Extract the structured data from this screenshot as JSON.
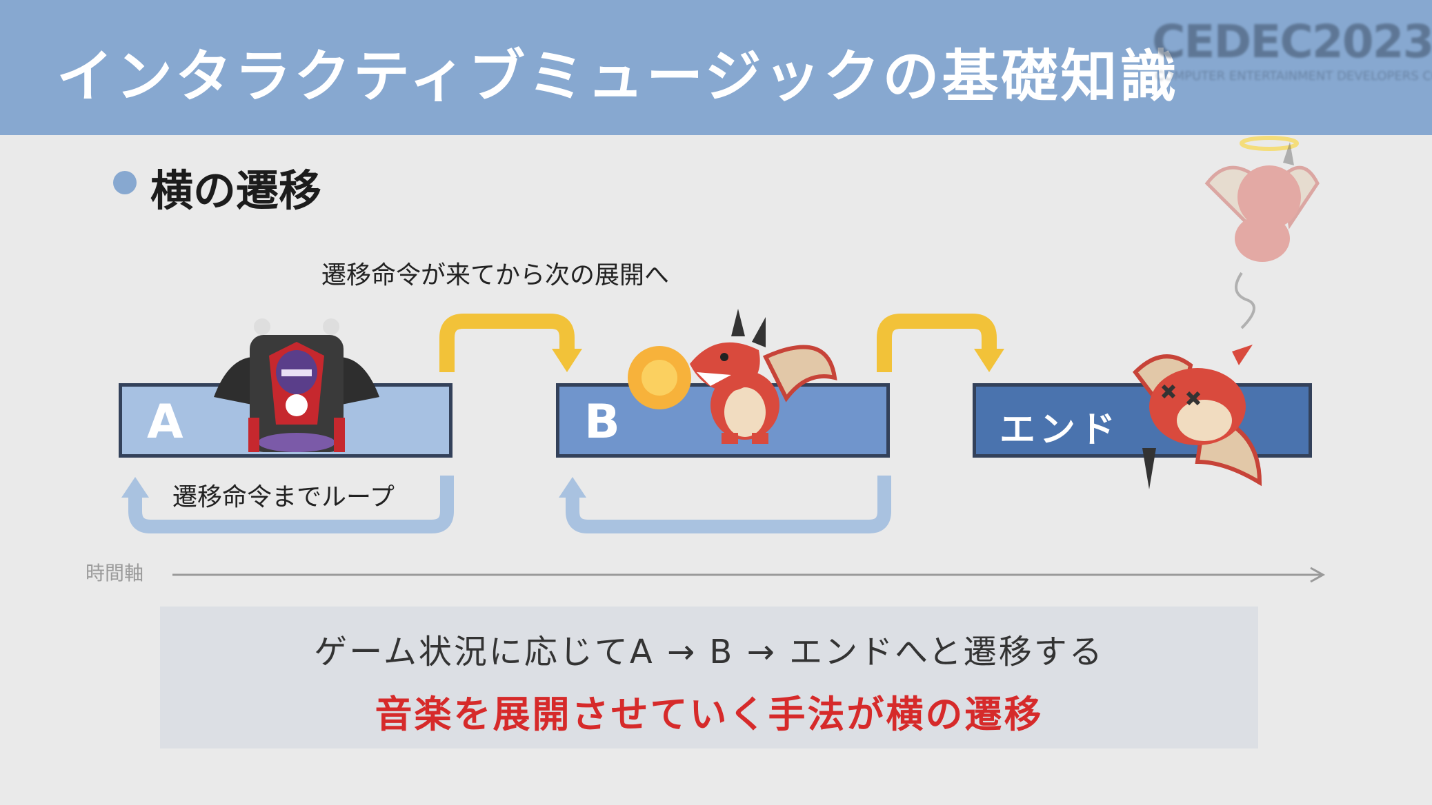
{
  "header": {
    "title": "インタラクティブミュージックの基礎知識",
    "logo_text": "CEDEC2023",
    "logo_sub": "COMPUTER ENTERTAINMENT DEVELOPERS CONFERENCE"
  },
  "section": {
    "heading": "横の遷移"
  },
  "diagram": {
    "transition_caption": "遷移命令が来てから次の展開へ",
    "loop_caption": "遷移命令までループ",
    "blocks": [
      {
        "label": "A",
        "character": "demon-king-icon"
      },
      {
        "label": "B",
        "character": "fire-dragon-icon"
      },
      {
        "label": "エンド",
        "character": "defeated-dragon-icon"
      }
    ],
    "axis_label": "時間軸"
  },
  "summary": {
    "line1": "ゲーム状況に応じてA → B → エンドへと遷移する",
    "line2": "音楽を展開させていく手法が横の遷移"
  },
  "colors": {
    "header": "#87a8d0",
    "transition_arrow": "#f2c239",
    "loop_arrow": "#a9c2e0",
    "block_a": "#a7c1e2",
    "block_b": "#7095cc",
    "block_end": "#4a73ae",
    "emphasis": "#d62a2a"
  }
}
